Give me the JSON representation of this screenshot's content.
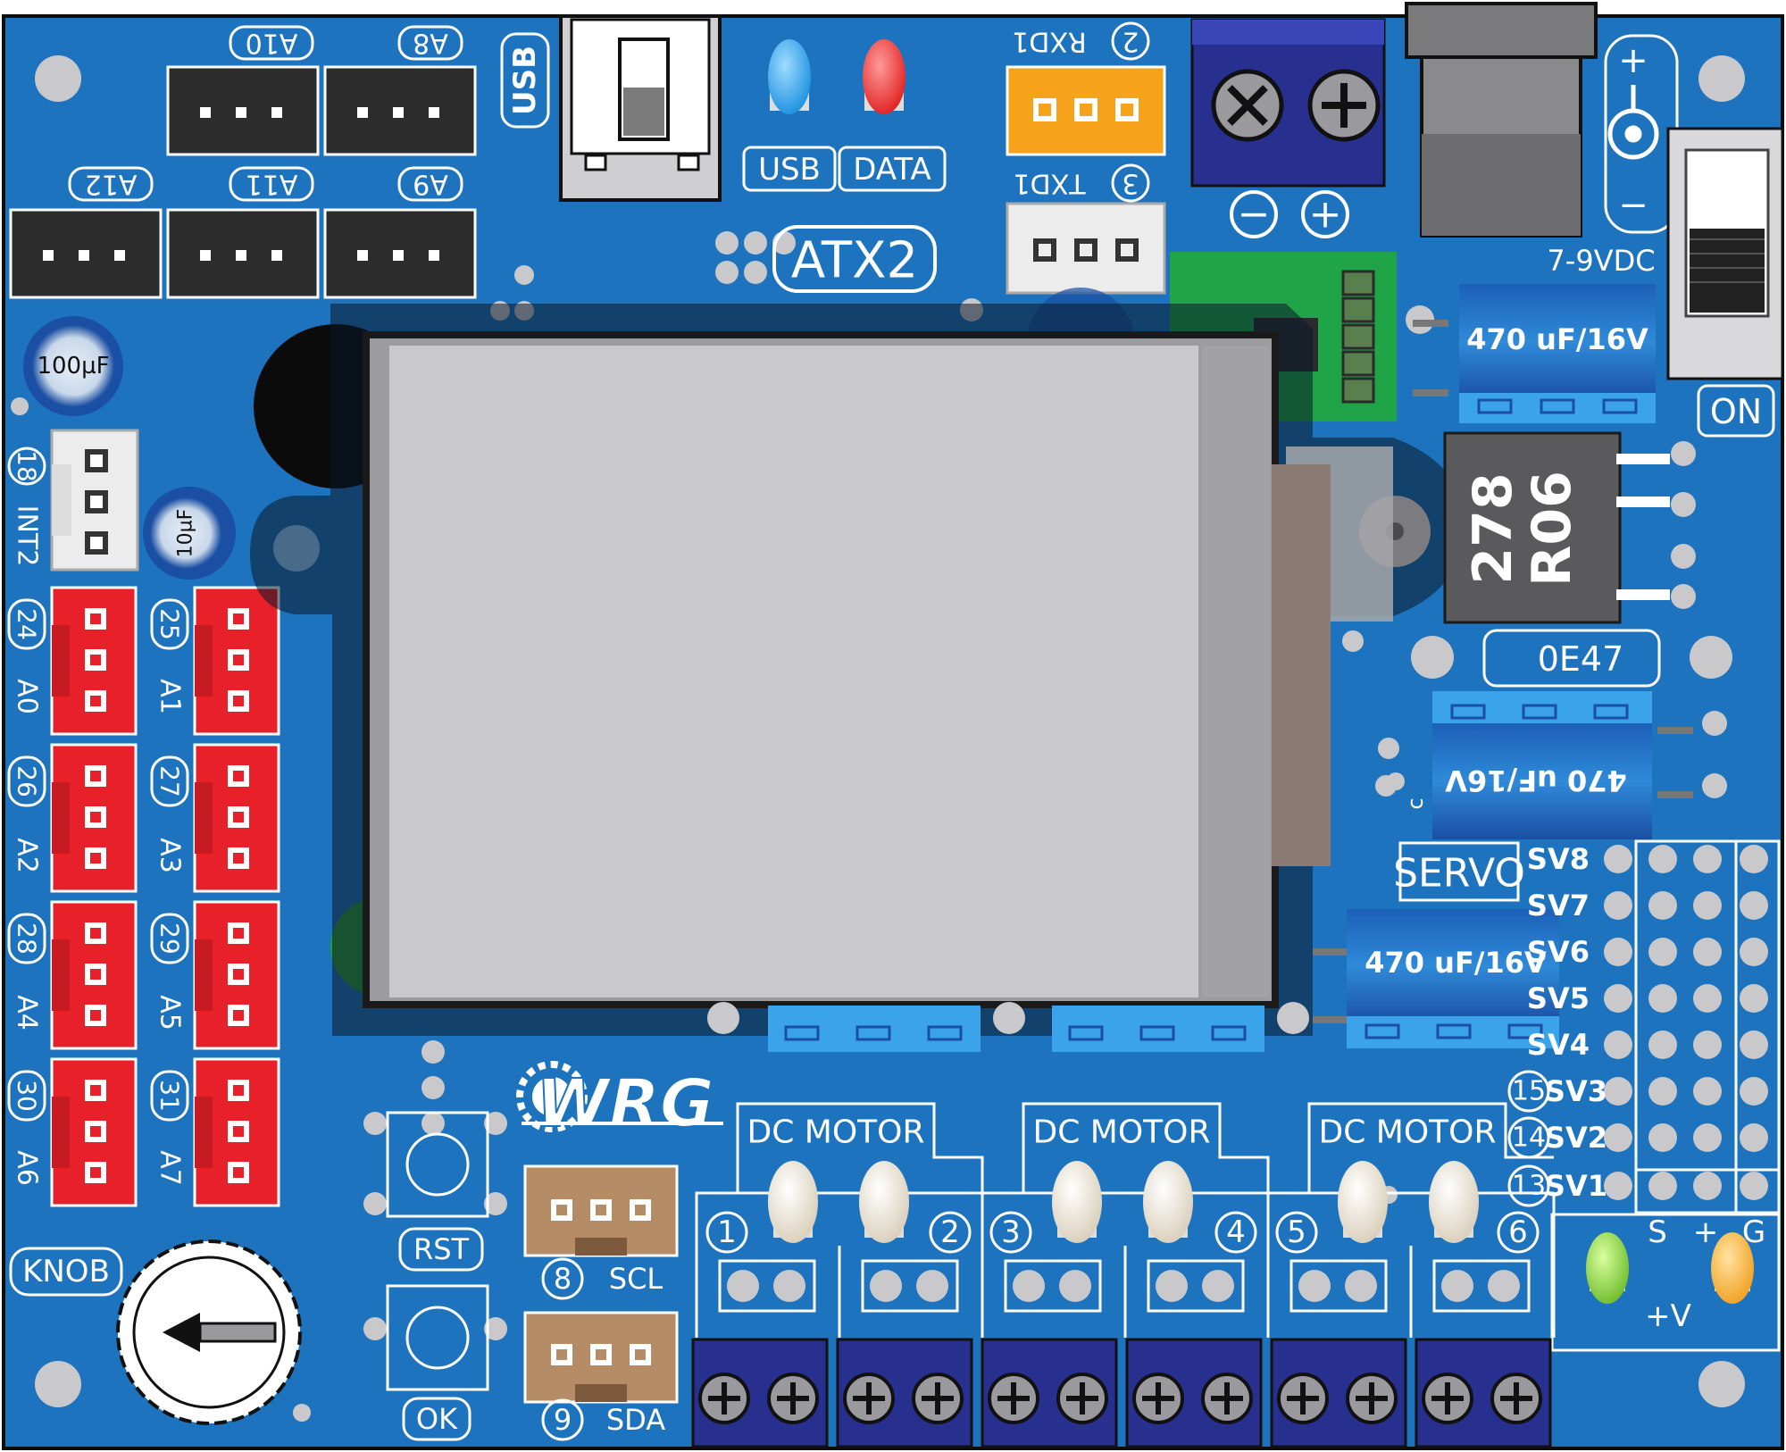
{
  "board": {
    "name": "ATX2",
    "logo": "WRG",
    "colors": {
      "pcb": "#1d73bd",
      "silk": "#ffffff",
      "red_header": "#e8202a",
      "black_header": "#2c2c2c",
      "terminal": "#27308f",
      "lcd": "#c9c9cc",
      "orange": "#f7a21b",
      "tan": "#b68c67"
    }
  },
  "headers_top": {
    "a10": "A10",
    "a8": "A8",
    "a12": "A12",
    "a11": "A11",
    "a9": "A9"
  },
  "usb": {
    "label": "USB"
  },
  "leds_top": {
    "usb": "USB",
    "data": "DATA"
  },
  "serial": {
    "rxd1": "RXD1",
    "rxd1_num": "2",
    "txd1": "TXD1",
    "txd1_num": "3"
  },
  "power": {
    "minus": "−",
    "plus": "+",
    "jack_plus": "+",
    "jack_minus": "−",
    "vdc": "7-9VDC",
    "on": "ON"
  },
  "caps": {
    "c100": "100µF",
    "c10": "10µF",
    "c470_a": "470 uF/16V",
    "c470_b": "470 uF/16V",
    "c470_c": "470 uF/16V"
  },
  "regulator": {
    "line1": "278",
    "line2": "R06"
  },
  "crystal": {
    "label": "0E47"
  },
  "side_labels": {
    "n18": "18",
    "int2": "INT2",
    "n24": "24",
    "a0": "A0",
    "n25": "25",
    "a1": "A1",
    "n26": "26",
    "a2": "A2",
    "n27": "27",
    "a3": "A3",
    "n28": "28",
    "a4": "A4",
    "n29": "29",
    "a5": "A5",
    "n30": "30",
    "a6": "A6",
    "n31": "31",
    "a7": "A7"
  },
  "servo": {
    "title": "SERVO",
    "sv8": "SV8",
    "sv7": "SV7",
    "sv6": "SV6",
    "sv5": "SV5",
    "sv4": "SV4",
    "sv3": "SV3",
    "sv2": "SV2",
    "sv1": "SV1",
    "n15": "15",
    "n14": "14",
    "n13": "13",
    "s": "S",
    "p": "+",
    "g": "G",
    "vplus": "+V",
    "c": "c"
  },
  "motors": {
    "m1": "DC  MOTOR",
    "m2": "DC  MOTOR",
    "m3": "DC  MOTOR",
    "n1": "1",
    "n2": "2",
    "n3": "3",
    "n4": "4",
    "n5": "5",
    "n6": "6"
  },
  "buttons": {
    "rst": "RST",
    "ok": "OK",
    "knob": "KNOB"
  },
  "i2c": {
    "n8": "8",
    "scl": "SCL",
    "n9": "9",
    "sda": "SDA"
  }
}
